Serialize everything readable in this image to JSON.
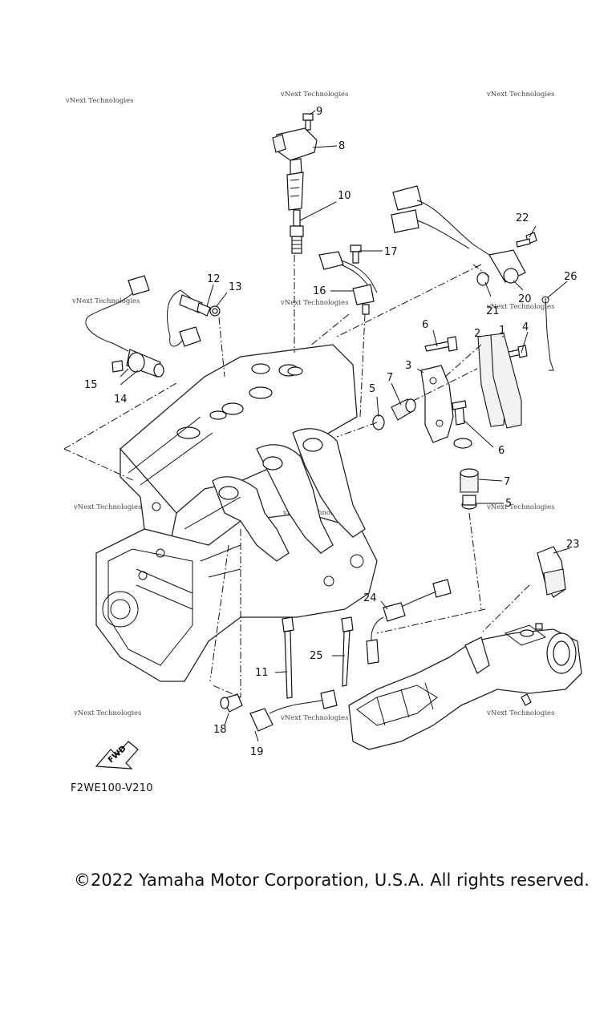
{
  "diagram": {
    "code": "F2WE100-V210",
    "copyright": "©2022 Yamaha Motor Corporation, U.S.A. All rights reserved.",
    "watermark": "vNext Technologies",
    "fwd_label": "FWD",
    "callouts": {
      "c1": "1",
      "c2": "2",
      "c3": "3",
      "c4": "4",
      "c5a": "5",
      "c5b": "5",
      "c6a": "6",
      "c6b": "6",
      "c7a": "7",
      "c7b": "7",
      "c8": "8",
      "c9": "9",
      "c10": "10",
      "c11": "11",
      "c12": "12",
      "c13": "13",
      "c14": "14",
      "c15": "15",
      "c16": "16",
      "c17": "17",
      "c18": "18",
      "c19": "19",
      "c20": "20",
      "c21": "21",
      "c22": "22",
      "c23": "23",
      "c24": "24",
      "c25": "25",
      "c26": "26"
    }
  }
}
